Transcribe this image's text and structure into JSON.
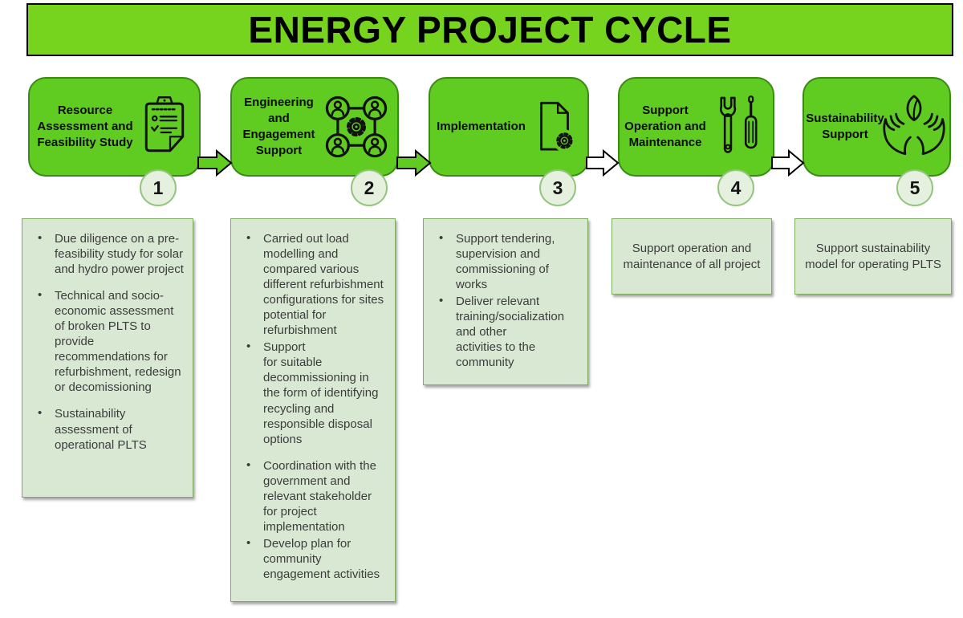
{
  "title": "ENERGY PROJECT CYCLE",
  "colors": {
    "title_bar_green": "#76d41f",
    "stage_green": "#60cb20",
    "stage_border_green": "#3a8a14",
    "arrow_green": "#60cb20",
    "arrow_white": "#ffffff",
    "note_fill": "#d9e8d3",
    "note_border": "#7fae63",
    "circle_fill": "#e5f1de",
    "circle_border": "#94c57e",
    "text_dark": "#3c3c3c"
  },
  "stages": [
    {
      "number": "1",
      "label": "Resource Assessment and Feasibility Study",
      "icon": "clipboard-checklist-icon",
      "notes": [
        "Due diligence on a pre-feasibility study for solar and hydro power project",
        "Technical and socio-economic assessment of broken PLTS to provide recommendations for refurbishment, redesign or decomissioning",
        "Sustainability assessment of operational PLTS"
      ]
    },
    {
      "number": "2",
      "label": "Engineering and Engagement Support",
      "icon": "team-gear-icon",
      "notes": [
        "Carried out load modelling and compared various different refurbishment configurations for sites potential for refurbishment",
        "Support\nfor suitable decommissioning in the form of identifying recycling and responsible disposal options",
        "Coordination with the government and relevant stakeholder for project implementation",
        "Develop plan for community engagement activities"
      ]
    },
    {
      "number": "3",
      "label": "Implementation",
      "icon": "document-gear-icon",
      "notes": [
        "Support tendering, supervision and commissioning of works",
        "Deliver relevant training/socialization and other\nactivities to the community"
      ]
    },
    {
      "number": "4",
      "label": "Support Operation and Maintenance",
      "icon": "wrench-screwdriver-icon",
      "notes": [
        "Support operation and maintenance of all project"
      ]
    },
    {
      "number": "5",
      "label": "Sustainability Support",
      "icon": "hands-leaf-icon",
      "notes": [
        "Support sustainability model for operating PLTS"
      ]
    }
  ]
}
